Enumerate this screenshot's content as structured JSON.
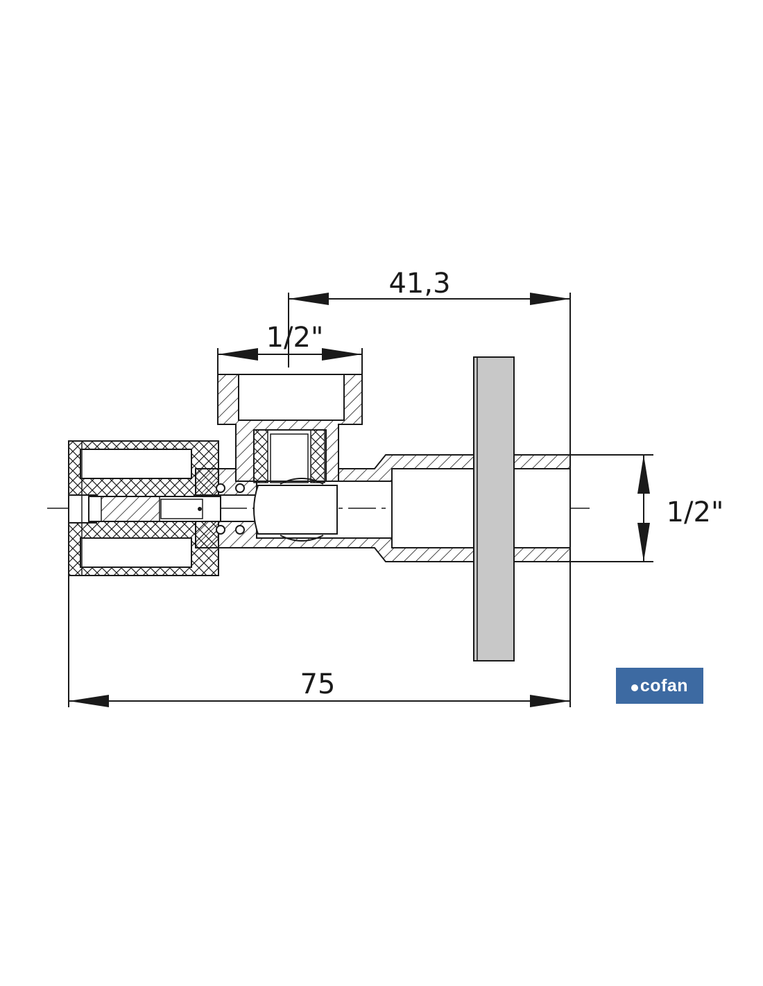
{
  "dimensions": {
    "top_distance": "41,3",
    "top_thread": "1/2\"",
    "side_thread": "1/2\"",
    "overall_length": "75"
  },
  "brand": {
    "logo_text": "cofan",
    "color": "#3d6aa2"
  },
  "colors": {
    "line": "#1a1a1a",
    "flange_fill": "#c8c8c8"
  }
}
